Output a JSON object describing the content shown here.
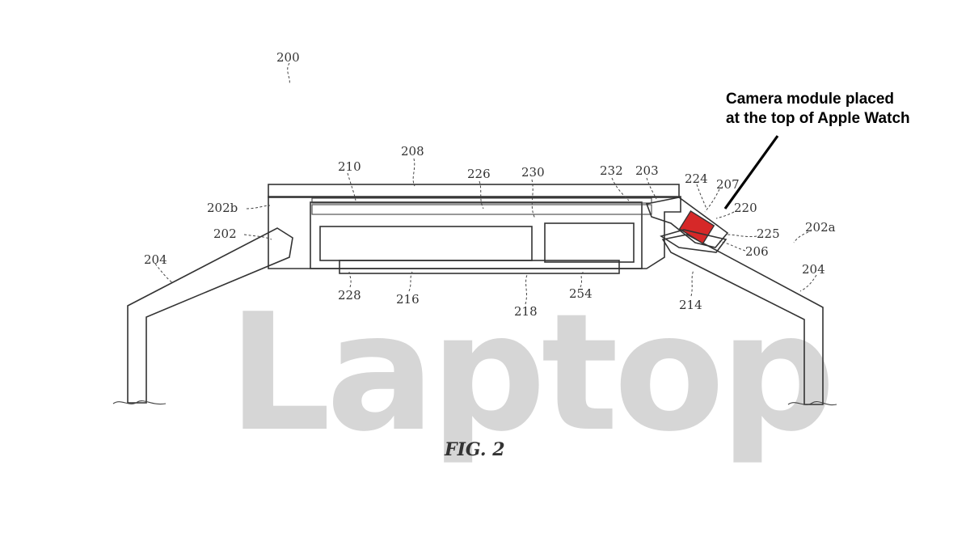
{
  "figure": {
    "caption": "FIG. 2",
    "watermark": "Laptop",
    "annotation": {
      "line1": "Camera module placed",
      "line2": "at the top of Apple Watch",
      "highlight_color": "#d62828"
    },
    "labels": {
      "l200": "200",
      "l208": "208",
      "l210": "210",
      "l226": "226",
      "l230": "230",
      "l232": "232",
      "l203": "203",
      "l224": "224",
      "l207": "207",
      "l220": "220",
      "l202b": "202b",
      "l202": "202",
      "l202a": "202a",
      "l225": "225",
      "l206": "206",
      "l204_left": "204",
      "l204_right": "204",
      "l228": "228",
      "l216": "216",
      "l218": "218",
      "l254": "254",
      "l214": "214"
    }
  }
}
